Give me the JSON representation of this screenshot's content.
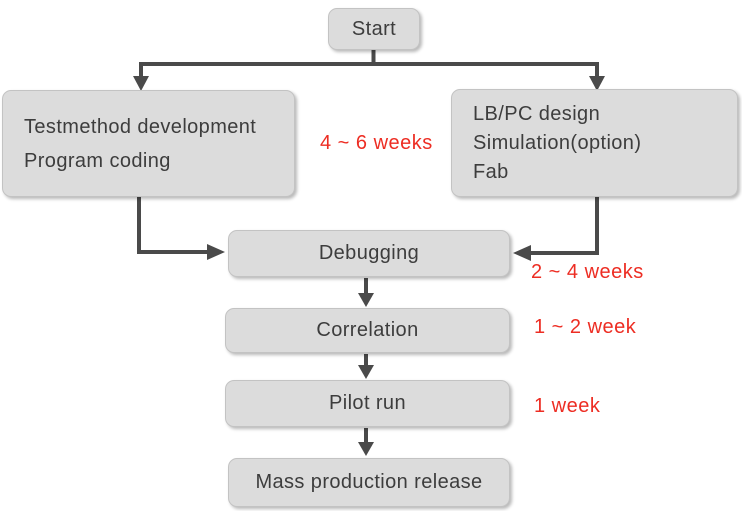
{
  "flowchart": {
    "start": {
      "label": "Start"
    },
    "dev_branch": {
      "lines": [
        "Testmethod development",
        "Program coding"
      ]
    },
    "design_branch": {
      "lines": [
        "LB/PC design",
        "Simulation(option)",
        "Fab"
      ]
    },
    "debugging": {
      "label": "Debugging"
    },
    "correlation": {
      "label": "Correlation"
    },
    "pilot_run": {
      "label": "Pilot run"
    },
    "mass_production": {
      "label": "Mass production release"
    },
    "durations": {
      "branches": "4 ~ 6 weeks",
      "debugging": "2 ~ 4 weeks",
      "correlation": "1 ~ 2 week",
      "pilot_run": "1 week"
    }
  },
  "colors": {
    "node_fill": "#dcdcdc",
    "node_border": "#c3c3c3",
    "node_text": "#3d3d3d",
    "connector": "#4a4a4a",
    "duration_text": "#ed2d23",
    "background": "#ffffff"
  }
}
